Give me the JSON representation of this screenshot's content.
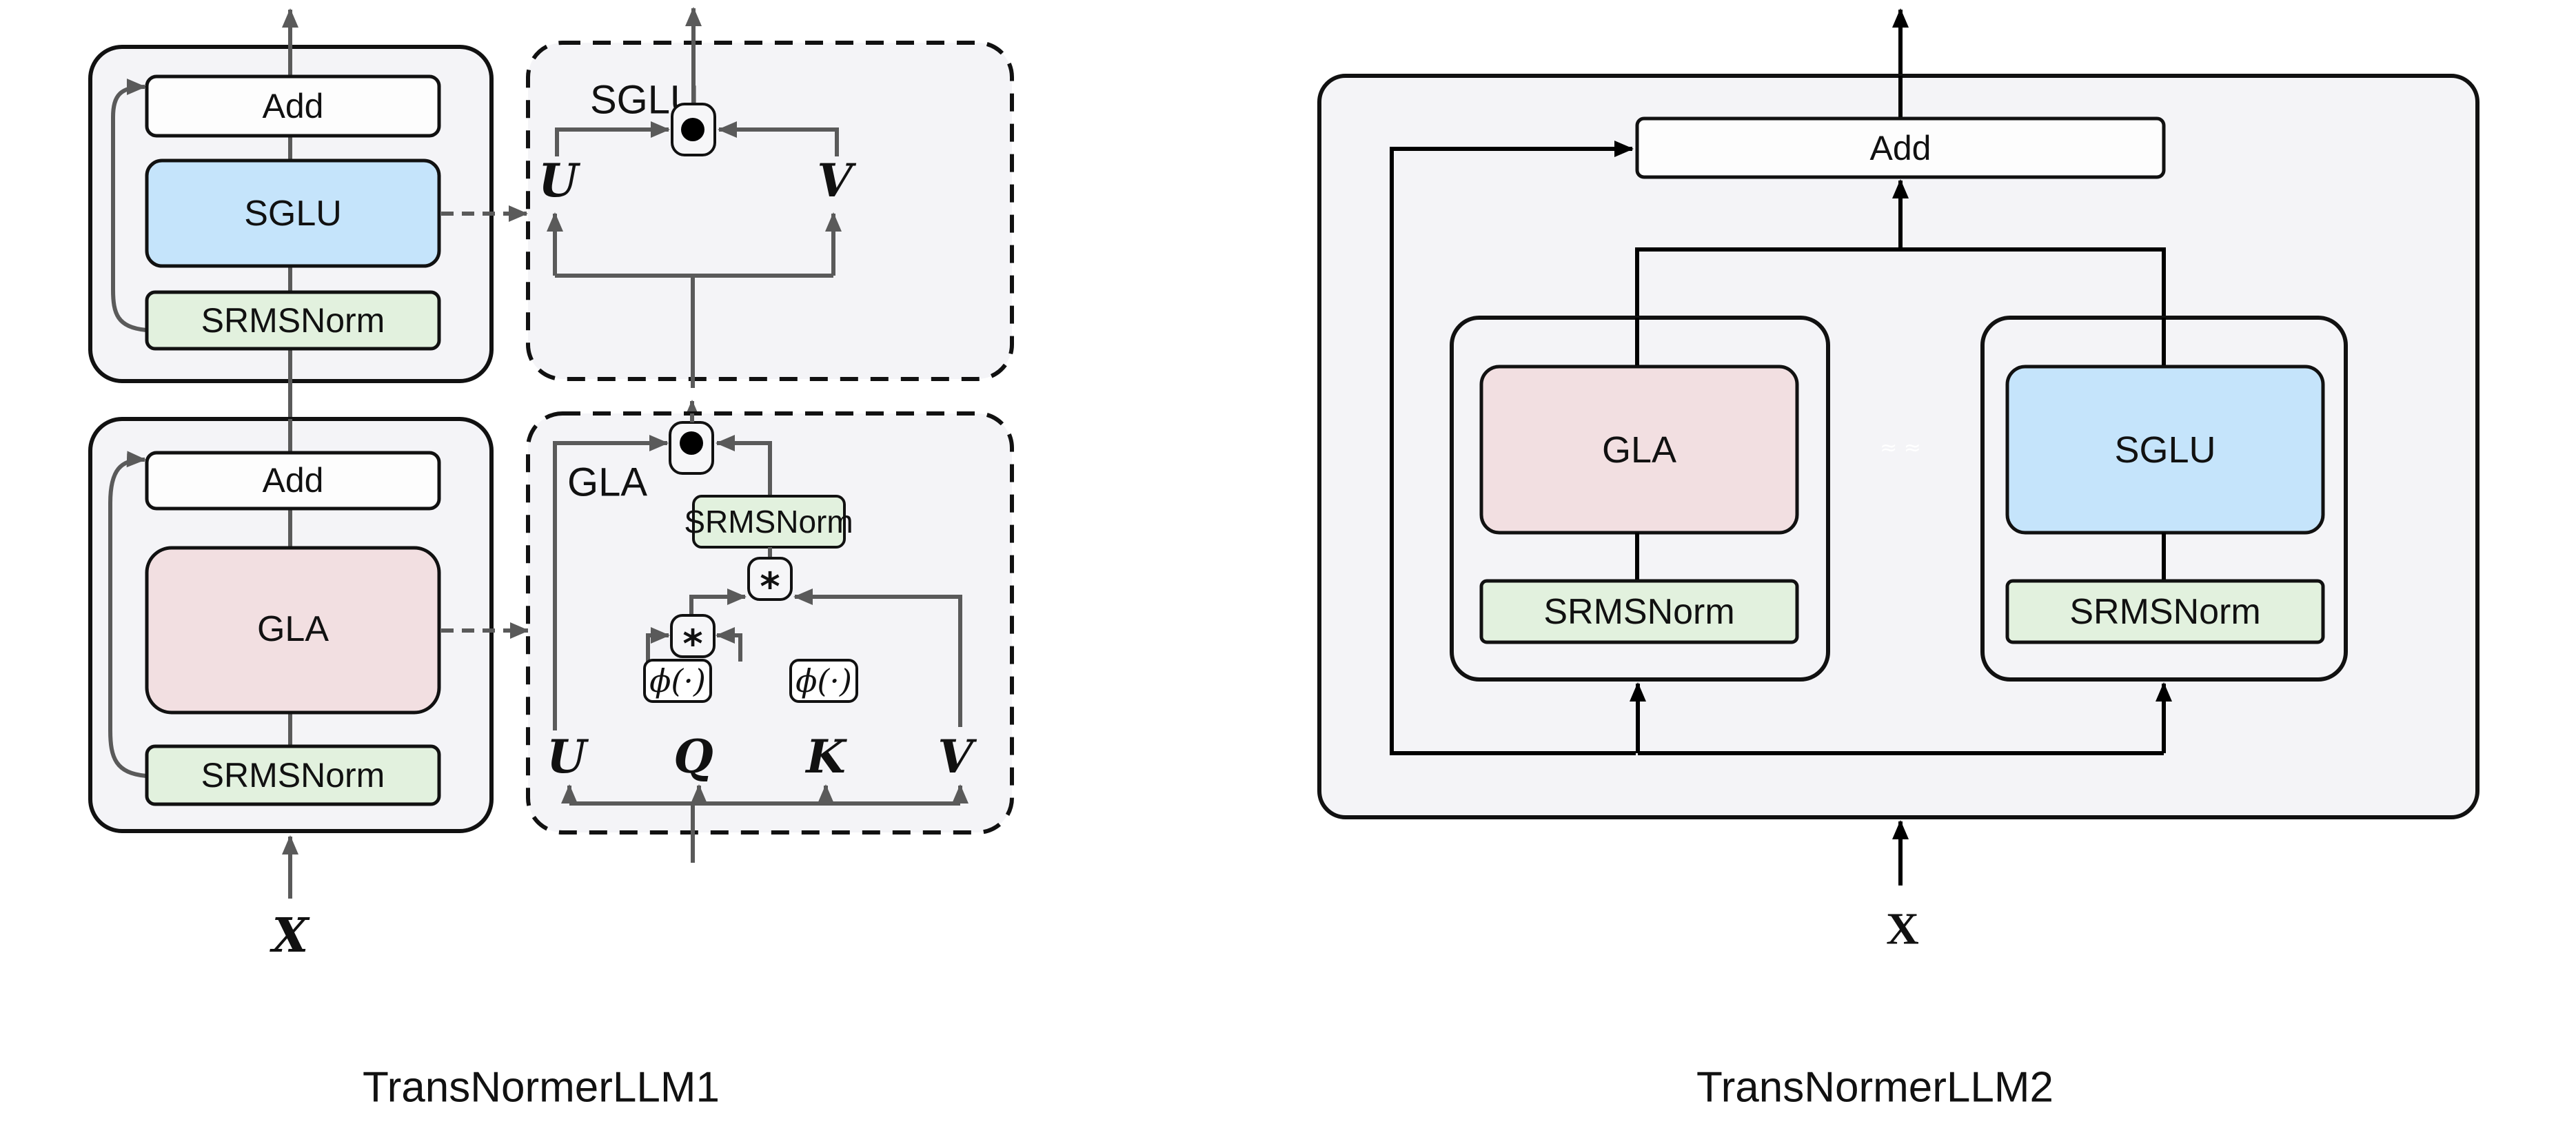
{
  "figure": {
    "captions": {
      "left": "TransNormerLLM1",
      "right": "TransNormerLLM2"
    }
  },
  "llm1": {
    "input_label": "X",
    "upper_block": {
      "add": "Add",
      "main": "SGLU",
      "norm": "SRMSNorm"
    },
    "lower_block": {
      "add": "Add",
      "main": "GLA",
      "norm": "SRMSNorm"
    },
    "sglu_detail": {
      "title": "SGLU",
      "operator_icon": "hadamard-product-dot",
      "inputs": [
        "U",
        "V"
      ]
    },
    "gla_detail": {
      "title": "GLA",
      "operator_icon": "hadamard-product-dot",
      "norm": "SRMSNorm",
      "mult_symbol": "*",
      "phi": "ϕ(·)",
      "inputs": [
        "U",
        "Q",
        "K",
        "V"
      ]
    }
  },
  "llm2": {
    "input_label": "X",
    "add": "Add",
    "branches": [
      {
        "main": "GLA",
        "norm": "SRMSNorm"
      },
      {
        "main": "SGLU",
        "norm": "SRMSNorm"
      }
    ],
    "separator": "≈ ≈"
  },
  "colors": {
    "add": "#fdfdfd",
    "sglu": "#c5e4fb",
    "gla": "#f2dfe1",
    "norm": "#e2f1de",
    "panel": "#f4f4f7"
  }
}
